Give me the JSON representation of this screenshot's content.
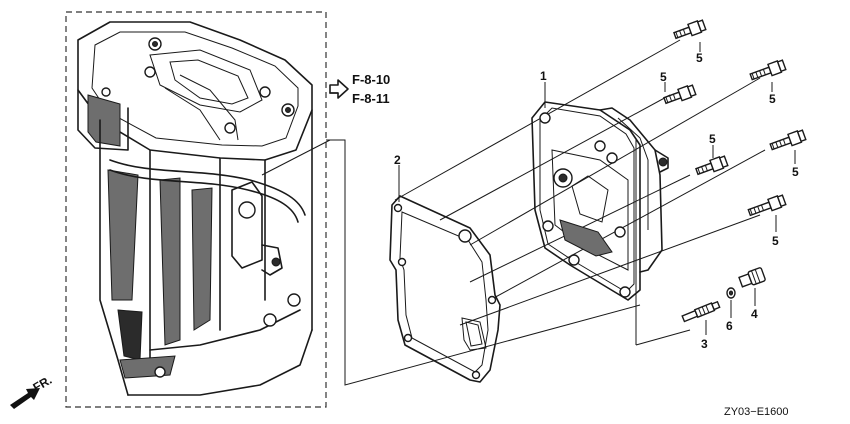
{
  "diagram": {
    "references": [
      "F-8-10",
      "F-8-11"
    ],
    "front_label": "FR.",
    "drawing_code": "ZY03−E1600",
    "callouts": {
      "cover": "1",
      "gasket": "2",
      "stud": "3",
      "plug": "4",
      "bolt_a": "5",
      "bolt_b": "5",
      "bolt_c": "5",
      "bolt_d": "5",
      "bolt_e": "5",
      "bolt_f": "5",
      "washer": "6"
    }
  }
}
